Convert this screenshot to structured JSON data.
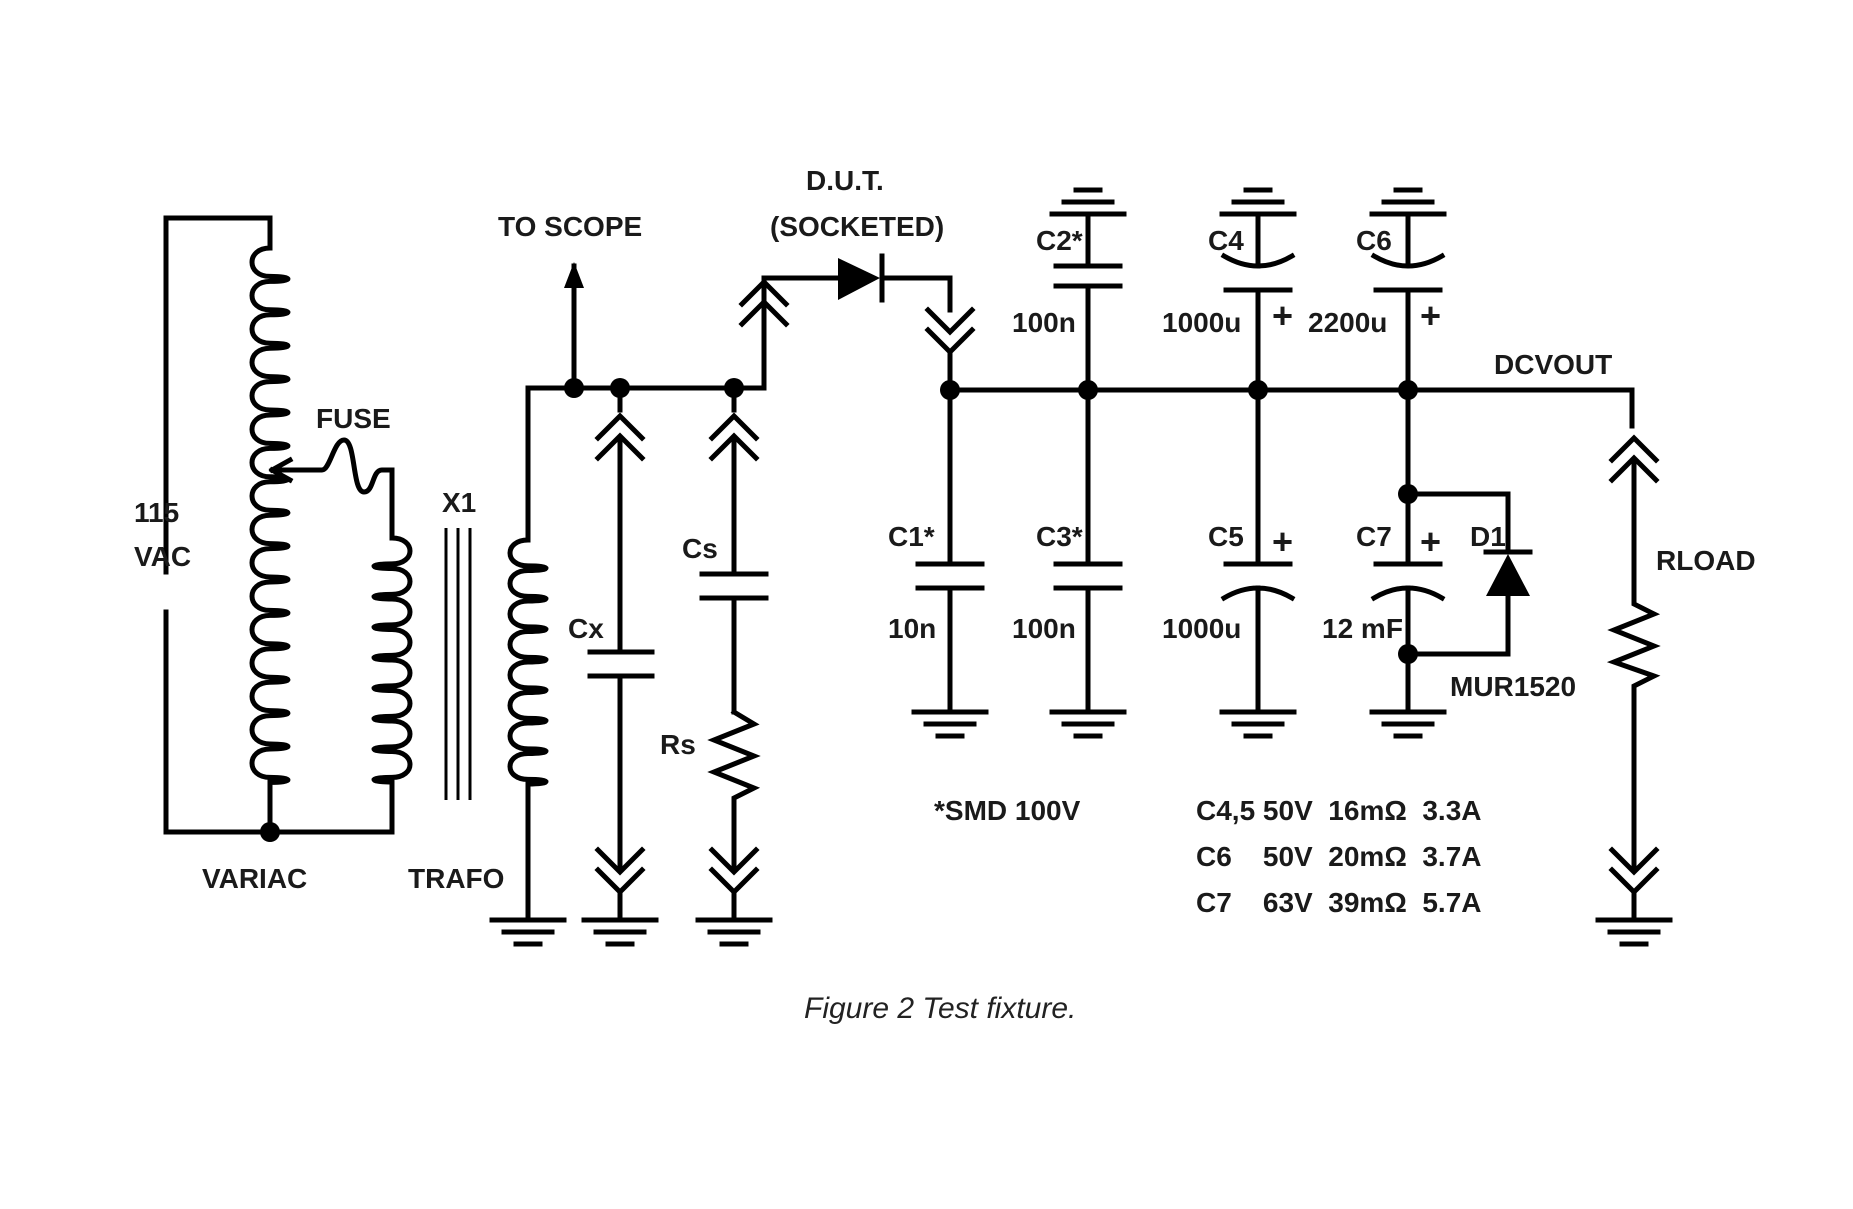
{
  "diagram": {
    "labels": {
      "dut": "D.U.T.",
      "dut_sub": "(SOCKETED)",
      "to_scope": "TO  SCOPE",
      "fuse": "FUSE",
      "x1": "X1",
      "vac_1": "115",
      "vac_2": "VAC",
      "variac": "VARIAC",
      "trafo": "TRAFO",
      "cx": "Cx",
      "cs": "Cs",
      "rs": "Rs",
      "c1": "C1*",
      "c1_val": "10n",
      "c2": "C2*",
      "c2_val": "100n",
      "c3": "C3*",
      "c3_val": "100n",
      "c4": "C4",
      "c4_val": "1000u",
      "c5": "C5",
      "c5_val": "1000u",
      "c6": "C6",
      "c6_val": "2200u",
      "c7": "C7",
      "c7_val": "12 mF",
      "d1": "D1",
      "d1_part": "MUR1520",
      "dcvout": "DCVOUT",
      "rload": "RLOAD",
      "plus": "+"
    },
    "notes": {
      "smd": "*SMD 100V",
      "row1": "C4,5 50V  16mΩ  3.3A",
      "row2": "C6    50V  20mΩ  3.7A",
      "row3": "C7    63V  39mΩ  5.7A"
    },
    "caption": "Figure 2 Test fixture."
  }
}
